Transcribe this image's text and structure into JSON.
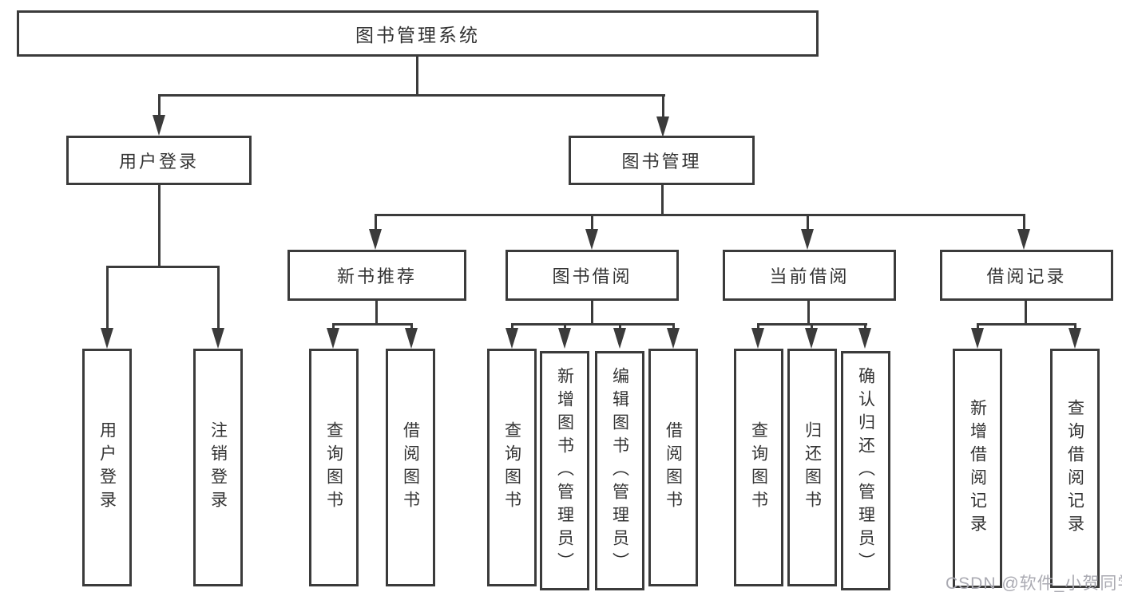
{
  "diagram": {
    "root": "图书管理系统",
    "level2": {
      "user_login": "用户登录",
      "book_management": "图书管理"
    },
    "user_login_children": [
      "用户登录",
      "注销登录"
    ],
    "book_management_children": [
      "新书推荐",
      "图书借阅",
      "当前借阅",
      "借阅记录"
    ],
    "new_book_children": [
      "查询图书",
      "借阅图书"
    ],
    "book_borrow_children": [
      "查询图书",
      "新增图书（管理员）",
      "编辑图书（管理员）",
      "借阅图书"
    ],
    "current_borrow_children": [
      "查询图书",
      "归还图书",
      "确认归还（管理员）"
    ],
    "borrow_record_children": [
      "新增借阅记录",
      "查询借阅记录"
    ]
  },
  "watermark": "CSDN @软件_小贺同学",
  "colors": {
    "line": "#3b3b3b",
    "text": "#333333",
    "watermark": "#aaaab2",
    "background": "#ffffff"
  }
}
